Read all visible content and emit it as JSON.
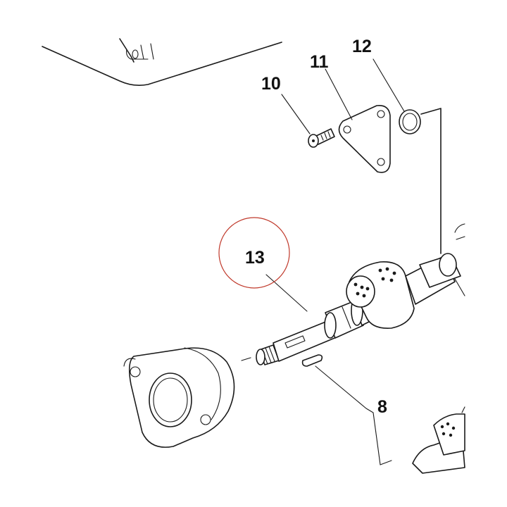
{
  "callouts": {
    "c8": "8",
    "c10": "10",
    "c11": "11",
    "c12": "12",
    "c13": "13"
  },
  "highlight": {
    "target": "13",
    "color": "#c0392b"
  },
  "colors": {
    "line": "#1a1a1a",
    "background": "#ffffff"
  }
}
